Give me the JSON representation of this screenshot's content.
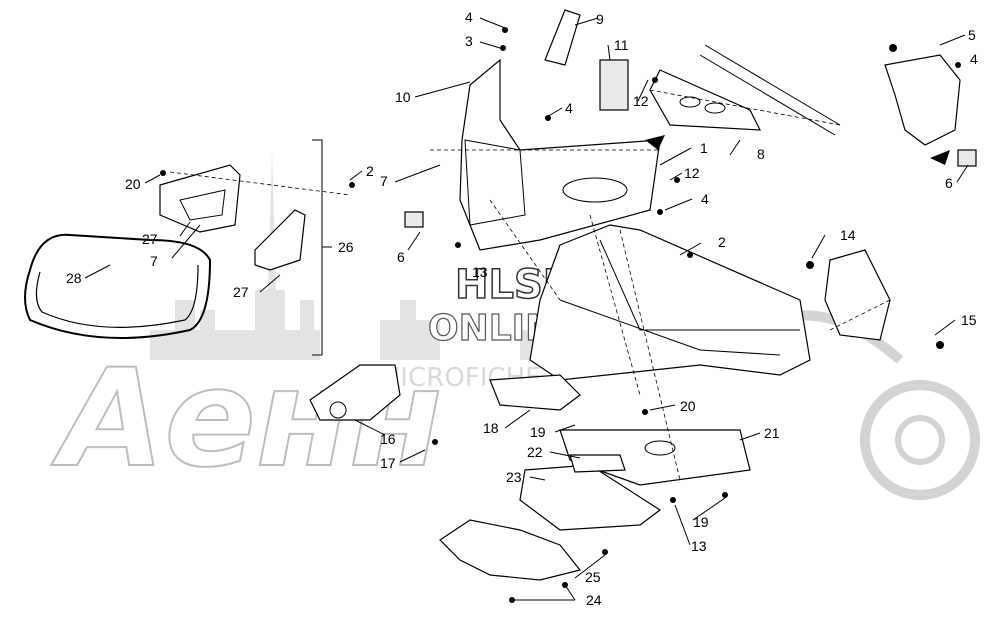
{
  "watermark": {
    "brand": "Aeнн",
    "line1": "HLSM",
    "line2": "ONLINE",
    "line3": "MICROFICHE"
  },
  "callouts": [
    {
      "id": "c1",
      "text": "1"
    },
    {
      "id": "c2a",
      "text": "2"
    },
    {
      "id": "c2b",
      "text": "2"
    },
    {
      "id": "c3",
      "text": "3"
    },
    {
      "id": "c4a",
      "text": "4"
    },
    {
      "id": "c4b",
      "text": "4"
    },
    {
      "id": "c4c",
      "text": "4"
    },
    {
      "id": "c4d",
      "text": "4"
    },
    {
      "id": "c5",
      "text": "5"
    },
    {
      "id": "c6a",
      "text": "6"
    },
    {
      "id": "c6b",
      "text": "6"
    },
    {
      "id": "c7a",
      "text": "7"
    },
    {
      "id": "c7b",
      "text": "7"
    },
    {
      "id": "c8",
      "text": "8"
    },
    {
      "id": "c9",
      "text": "9"
    },
    {
      "id": "c10",
      "text": "10"
    },
    {
      "id": "c11",
      "text": "11"
    },
    {
      "id": "c12a",
      "text": "12"
    },
    {
      "id": "c12b",
      "text": "12"
    },
    {
      "id": "c13a",
      "text": "13"
    },
    {
      "id": "c13b",
      "text": "13"
    },
    {
      "id": "c14",
      "text": "14"
    },
    {
      "id": "c15",
      "text": "15"
    },
    {
      "id": "c16",
      "text": "16"
    },
    {
      "id": "c17",
      "text": "17"
    },
    {
      "id": "c18",
      "text": "18"
    },
    {
      "id": "c19a",
      "text": "19"
    },
    {
      "id": "c19b",
      "text": "19"
    },
    {
      "id": "c20a",
      "text": "20"
    },
    {
      "id": "c20b",
      "text": "20"
    },
    {
      "id": "c21",
      "text": "21"
    },
    {
      "id": "c22",
      "text": "22"
    },
    {
      "id": "c23",
      "text": "23"
    },
    {
      "id": "c24",
      "text": "24"
    },
    {
      "id": "c25",
      "text": "25"
    },
    {
      "id": "c26",
      "text": "26"
    },
    {
      "id": "c27a",
      "text": "27"
    },
    {
      "id": "c27b",
      "text": "27"
    },
    {
      "id": "c28",
      "text": "28"
    }
  ]
}
